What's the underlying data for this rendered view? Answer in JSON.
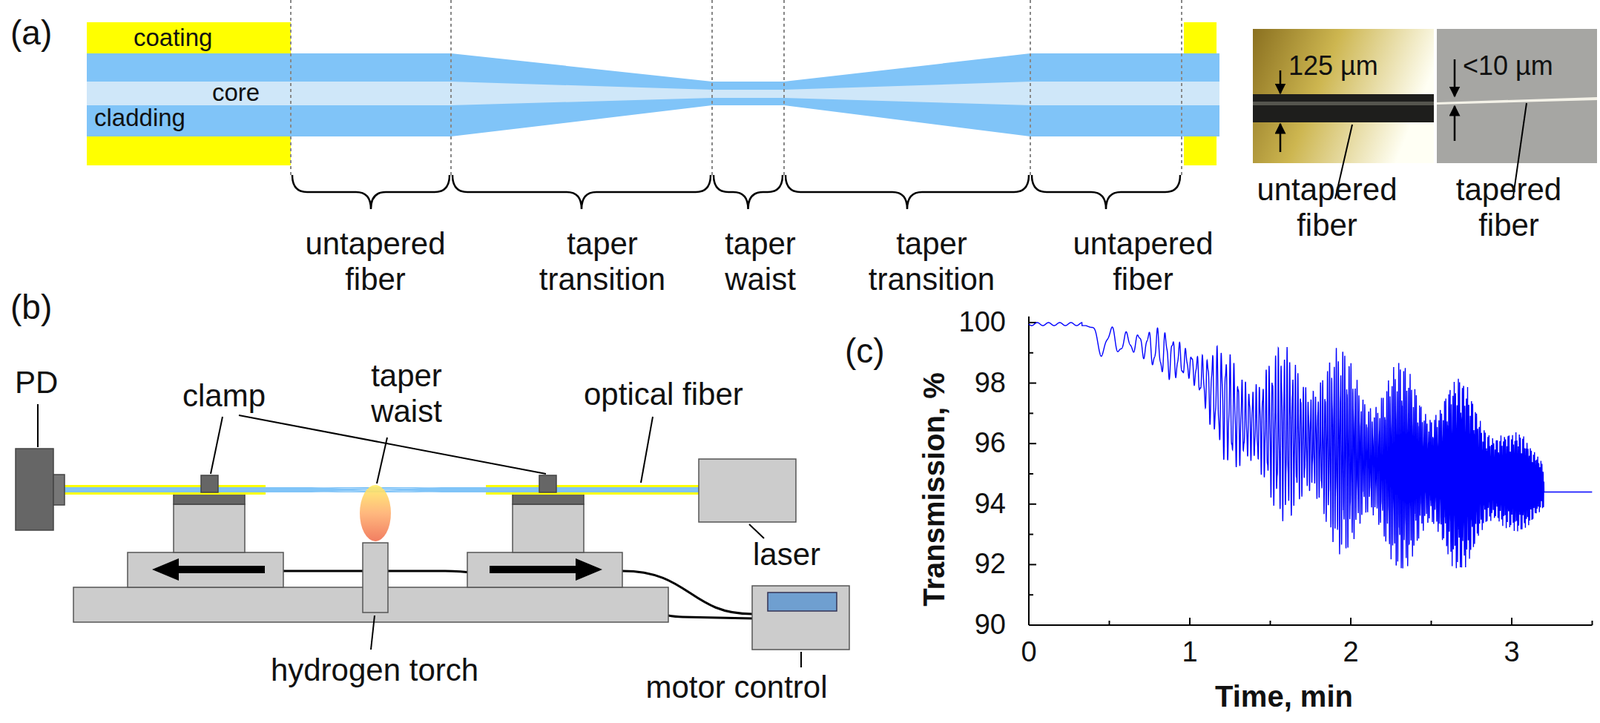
{
  "diagram": {
    "labels": [
      "(a)",
      "coating",
      "core",
      "cladding",
      "untapered fiber",
      "taper transition",
      "taper waist",
      "taper transition",
      "untapered fiber",
      "125 µm",
      "<10 µm",
      "untapered fiber",
      "tapered fiber",
      "(b)",
      "PD",
      "clamp",
      "taper waist",
      "optical fiber",
      "laser",
      "hydrogen torch",
      "motor control",
      "(c)",
      "Transmission, %",
      "100",
      "98",
      "96",
      "94",
      "92",
      "90",
      "0",
      "1",
      "2",
      "3",
      "Time, min"
    ]
  }
}
